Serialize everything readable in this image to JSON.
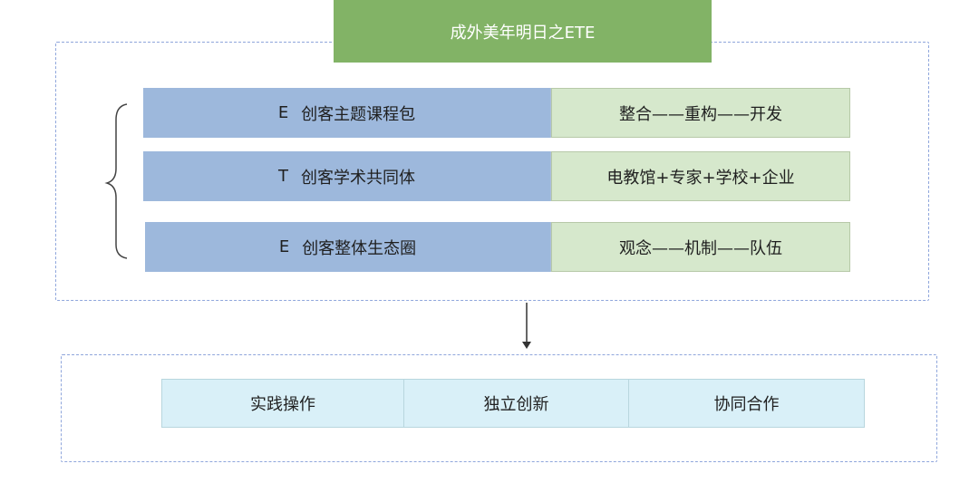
{
  "colors": {
    "header_bg": "#82b366",
    "left_bg": "#9db8dc",
    "right_bg": "#d6e8cc",
    "bottom_bg": "#d9f0f8",
    "dashed_border": "#8fa6dc"
  },
  "header": {
    "title": "成外美年明日之ETE"
  },
  "rows": [
    {
      "letter": "E",
      "label": "创客主题课程包",
      "detail": "整合——重构——开发"
    },
    {
      "letter": "T",
      "label": "创客学术共同体",
      "detail": "电教馆+专家+学校+企业"
    },
    {
      "letter": "E",
      "label": "创客整体生态圈",
      "detail": "观念——机制——队伍"
    }
  ],
  "outcomes": [
    "实践操作",
    "独立创新",
    "协同合作"
  ]
}
